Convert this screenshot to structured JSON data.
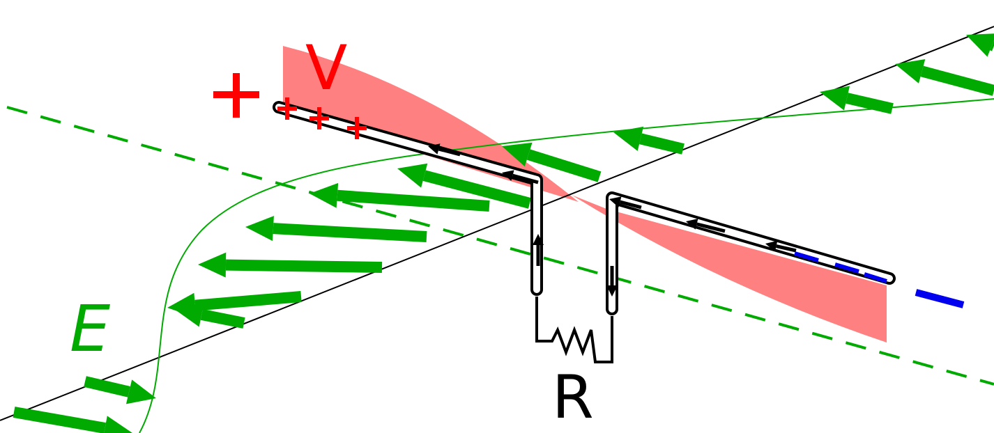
{
  "labels": {
    "voltage": "V",
    "field": "E",
    "resistor": "R"
  },
  "charges": {
    "positive_symbol": "+",
    "negative_symbol": "−"
  },
  "colors": {
    "field": "#00aa00",
    "voltage_fill": "#ff8080",
    "positive": "#ff0000",
    "negative": "#0000ee",
    "conductor": "#000000",
    "background": "#ffffff"
  },
  "icons": {
    "current_arrow": "black-arrow-icon",
    "field_arrow": "green-arrow-icon"
  }
}
